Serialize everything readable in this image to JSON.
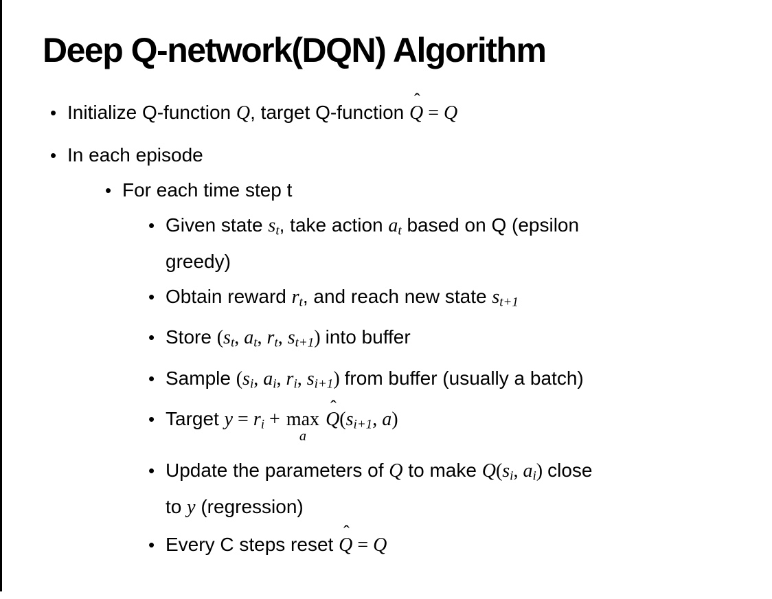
{
  "slide": {
    "title": "Deep Q-network(DQN) Algorithm",
    "colors": {
      "text": "#000000",
      "background": "#ffffff",
      "edge": "#000000"
    },
    "bullets": [
      {
        "level": 1,
        "parts": [
          {
            "k": "t",
            "v": "Initialize Q-function "
          },
          {
            "k": "m",
            "v": "Q"
          },
          {
            "k": "t",
            "v": ", target Q-function "
          },
          {
            "k": "hat",
            "v": "Q"
          },
          {
            "k": "mr",
            "v": " = "
          },
          {
            "k": "m",
            "v": "Q"
          }
        ]
      },
      {
        "level": 1,
        "parts": [
          {
            "k": "t",
            "v": "In each episode"
          }
        ]
      },
      {
        "level": 2,
        "parts": [
          {
            "k": "t",
            "v": "For each time step t"
          }
        ]
      },
      {
        "level": 3,
        "parts": [
          {
            "k": "t",
            "v": "Given state "
          },
          {
            "k": "m",
            "v": "s",
            "sub": "t"
          },
          {
            "k": "t",
            "v": ", take action "
          },
          {
            "k": "m",
            "v": "a",
            "sub": "t"
          },
          {
            "k": "t",
            "v": " based on Q (epsilon"
          },
          {
            "k": "br"
          },
          {
            "k": "t",
            "v": "greedy)"
          }
        ]
      },
      {
        "level": 3,
        "parts": [
          {
            "k": "t",
            "v": "Obtain reward "
          },
          {
            "k": "m",
            "v": "r",
            "sub": "t"
          },
          {
            "k": "t",
            "v": ", and reach new state "
          },
          {
            "k": "m",
            "v": "s",
            "sub": "t+1"
          }
        ]
      },
      {
        "level": 3,
        "parts": [
          {
            "k": "t",
            "v": "Store "
          },
          {
            "k": "mr",
            "v": "("
          },
          {
            "k": "m",
            "v": "s",
            "sub": "t"
          },
          {
            "k": "mr",
            "v": ", "
          },
          {
            "k": "m",
            "v": "a",
            "sub": "t"
          },
          {
            "k": "mr",
            "v": ", "
          },
          {
            "k": "m",
            "v": "r",
            "sub": "t"
          },
          {
            "k": "mr",
            "v": ", "
          },
          {
            "k": "m",
            "v": "s",
            "sub": "t+1"
          },
          {
            "k": "mr",
            "v": ") "
          },
          {
            "k": "t",
            "v": "into buffer"
          }
        ]
      },
      {
        "level": 3,
        "parts": [
          {
            "k": "t",
            "v": "Sample "
          },
          {
            "k": "mr",
            "v": "("
          },
          {
            "k": "m",
            "v": "s",
            "sub": "i"
          },
          {
            "k": "mr",
            "v": ", "
          },
          {
            "k": "m",
            "v": "a",
            "sub": "i"
          },
          {
            "k": "mr",
            "v": ", "
          },
          {
            "k": "m",
            "v": "r",
            "sub": "i"
          },
          {
            "k": "mr",
            "v": ", "
          },
          {
            "k": "m",
            "v": "s",
            "sub": "i+1"
          },
          {
            "k": "mr",
            "v": ") "
          },
          {
            "k": "t",
            "v": "from buffer (usually a batch)"
          }
        ]
      },
      {
        "level": 3,
        "parts": [
          {
            "k": "t",
            "v": "Target "
          },
          {
            "k": "m",
            "v": "y"
          },
          {
            "k": "mr",
            "v": " = "
          },
          {
            "k": "m",
            "v": "r",
            "sub": "i"
          },
          {
            "k": "mr",
            "v": " + "
          },
          {
            "k": "munder",
            "v": "max",
            "under": "a"
          },
          {
            "k": "mr",
            "v": " "
          },
          {
            "k": "hat",
            "v": "Q"
          },
          {
            "k": "mr",
            "v": "("
          },
          {
            "k": "m",
            "v": "s",
            "sub": "i+1"
          },
          {
            "k": "mr",
            "v": ", "
          },
          {
            "k": "m",
            "v": "a"
          },
          {
            "k": "mr",
            "v": ")"
          }
        ]
      },
      {
        "level": 3,
        "parts": [
          {
            "k": "t",
            "v": "Update the parameters of "
          },
          {
            "k": "m",
            "v": "Q"
          },
          {
            "k": "t",
            "v": " to make "
          },
          {
            "k": "m",
            "v": "Q"
          },
          {
            "k": "mr",
            "v": "("
          },
          {
            "k": "m",
            "v": "s",
            "sub": "i"
          },
          {
            "k": "mr",
            "v": ", "
          },
          {
            "k": "m",
            "v": "a",
            "sub": "i"
          },
          {
            "k": "mr",
            "v": ") "
          },
          {
            "k": "t",
            "v": "close"
          },
          {
            "k": "br"
          },
          {
            "k": "t",
            "v": "to "
          },
          {
            "k": "m",
            "v": "y"
          },
          {
            "k": "t",
            "v": " (regression)"
          }
        ]
      },
      {
        "level": 3,
        "parts": [
          {
            "k": "t",
            "v": "Every C steps reset "
          },
          {
            "k": "hat",
            "v": "Q"
          },
          {
            "k": "mr",
            "v": " = "
          },
          {
            "k": "m",
            "v": "Q"
          }
        ]
      }
    ]
  }
}
